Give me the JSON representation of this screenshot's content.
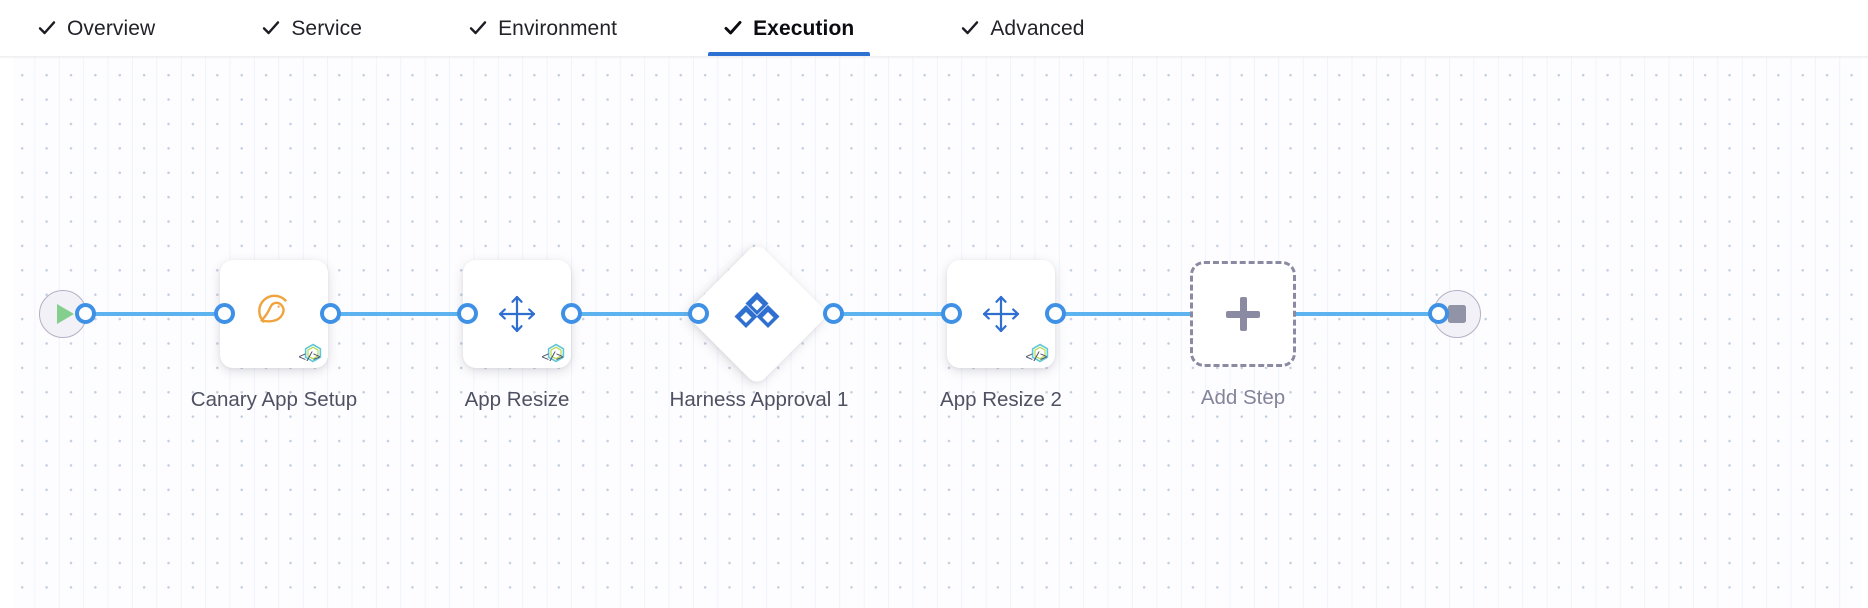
{
  "tabs": [
    {
      "label": "Overview",
      "icon": "check-icon",
      "active": false
    },
    {
      "label": "Service",
      "icon": "check-icon",
      "active": false
    },
    {
      "label": "Environment",
      "icon": "check-icon",
      "active": false
    },
    {
      "label": "Execution",
      "icon": "check-icon",
      "active": true
    },
    {
      "label": "Advanced",
      "icon": "check-icon",
      "active": false
    }
  ],
  "colors": {
    "accent": "#2d72d2",
    "connector": "#5db3ef",
    "port_ring": "#3f91e5",
    "canary_icon": "#f0a33c",
    "resize_icon": "#2f6fd0",
    "harness_icon": "#2f6fd0",
    "play_icon": "#84cf8e",
    "stop_icon": "#9193a6",
    "dashed_border": "#8b8aa3",
    "label_text": "#4f5162",
    "canvas_bg": "#fdfdff",
    "grid_dot": "#c3cede"
  },
  "flow": {
    "start_node": {
      "name": "Pipeline Start",
      "icon": "play-icon"
    },
    "end_node": {
      "name": "Pipeline End",
      "icon": "stop-icon"
    },
    "steps": [
      {
        "label": "Canary App Setup",
        "icon": "canary-icon",
        "shape": "card",
        "code_badge": "</>"
      },
      {
        "label": "App Resize",
        "icon": "resize-icon",
        "shape": "card",
        "code_badge": "</>"
      },
      {
        "label": "Harness Approval 1",
        "icon": "harness-icon",
        "shape": "diamond",
        "code_badge": ""
      },
      {
        "label": "App Resize 2",
        "icon": "resize-icon",
        "shape": "card",
        "code_badge": "</>"
      }
    ],
    "add_step": {
      "label": "Add Step",
      "icon": "plus-icon"
    }
  }
}
